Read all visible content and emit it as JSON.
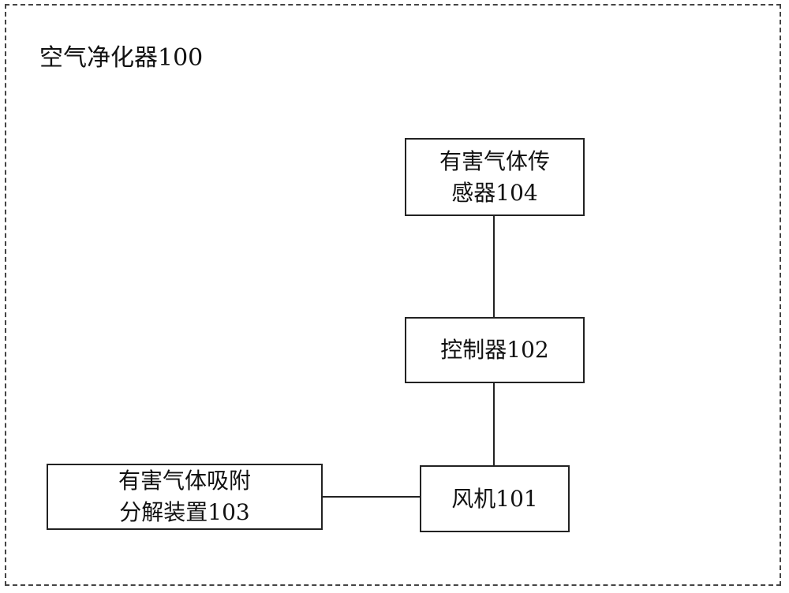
{
  "container": {
    "title": "空气净化器100"
  },
  "blocks": {
    "sensor": {
      "line1": "有害气体传",
      "line2": "感器104"
    },
    "controller": {
      "label": "控制器102"
    },
    "fan": {
      "label": "风机101"
    },
    "adsorber": {
      "line1": "有害气体吸附",
      "line2": "分解装置103"
    }
  },
  "connections": [
    {
      "from": "有害气体传感器104",
      "to": "控制器102"
    },
    {
      "from": "控制器102",
      "to": "风机101"
    },
    {
      "from": "有害气体吸附分解装置103",
      "to": "风机101"
    }
  ]
}
